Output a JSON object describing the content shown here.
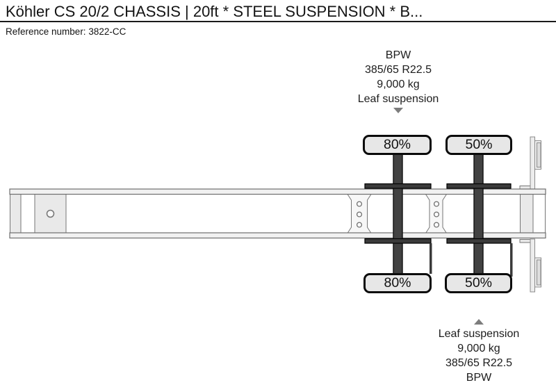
{
  "header": {
    "title": "Köhler CS 20/2 CHASSIS | 20ft * STEEL SUSPENSION * B...",
    "reference_label": "Reference number:",
    "reference_value": "3822-CC"
  },
  "diagram": {
    "type": "trailer-chassis-top-view",
    "front_axle_info": {
      "lines": [
        "BPW",
        "385/65 R22.5",
        "9,000 kg",
        "Leaf suspension"
      ]
    },
    "rear_axle_info": {
      "lines": [
        "Leaf suspension",
        "9,000 kg",
        "385/65 R22.5",
        "BPW"
      ]
    },
    "tire_wear": {
      "axle1_top": "80%",
      "axle1_bottom": "80%",
      "axle2_top": "50%",
      "axle2_bottom": "50%"
    }
  },
  "colors": {
    "text": "#1a1a1a",
    "diagram_outline": "#757575",
    "beam_fill": "#f1f1f1",
    "plate_fill": "#e9e9e9",
    "axle_dark": "#424242",
    "tire_box_fill": "#e7e7e7",
    "tire_box_border": "#0a0a0a",
    "pointer_gray": "#7d7d7d"
  }
}
